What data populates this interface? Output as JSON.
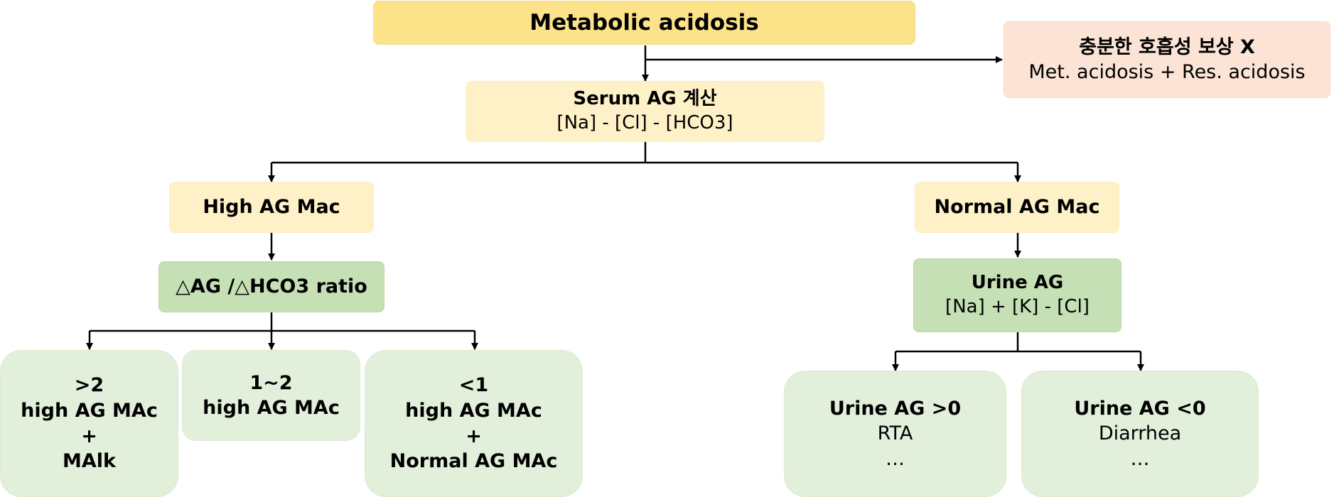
{
  "nodes": {
    "metabolic_acidosis": {
      "title": "Metabolic acidosis"
    },
    "respiratory_compensation": {
      "title": "충분한 호흡성 보상 X",
      "subtitle": "Met. acidosis + Res. acidosis"
    },
    "serum_ag": {
      "title": "Serum AG 계산",
      "formula": "[Na] - [Cl] - [HCO3]"
    },
    "high_ag_mac": {
      "title": "High AG Mac"
    },
    "normal_ag_mac": {
      "title": "Normal AG Mac"
    },
    "delta_ratio": {
      "title": "△AG /△HCO3 ratio"
    },
    "urine_ag": {
      "title": "Urine AG",
      "formula": "[Na] + [K] - [Cl]"
    },
    "ratio_gt2": {
      "label": ">2",
      "line1": "high AG MAc",
      "plus": "+",
      "line2": "MAlk"
    },
    "ratio_1_2": {
      "label": "1~2",
      "line1": "high AG MAc"
    },
    "ratio_lt1": {
      "label": "<1",
      "line1": "high AG MAc",
      "plus": "+",
      "line2": "Normal AG MAc"
    },
    "urine_ag_pos": {
      "title": "Urine AG >0",
      "cause": "RTA",
      "more": "…"
    },
    "urine_ag_neg": {
      "title": "Urine AG <0",
      "cause": "Diarrhea",
      "more": "…"
    }
  },
  "colors": {
    "primary_node": "#fce38a",
    "side_note": "#fbe3d6",
    "step_node": "#fff1c7",
    "test_node": "#c5e0b4",
    "result_node": "#e2efda",
    "connector": "#000000"
  }
}
